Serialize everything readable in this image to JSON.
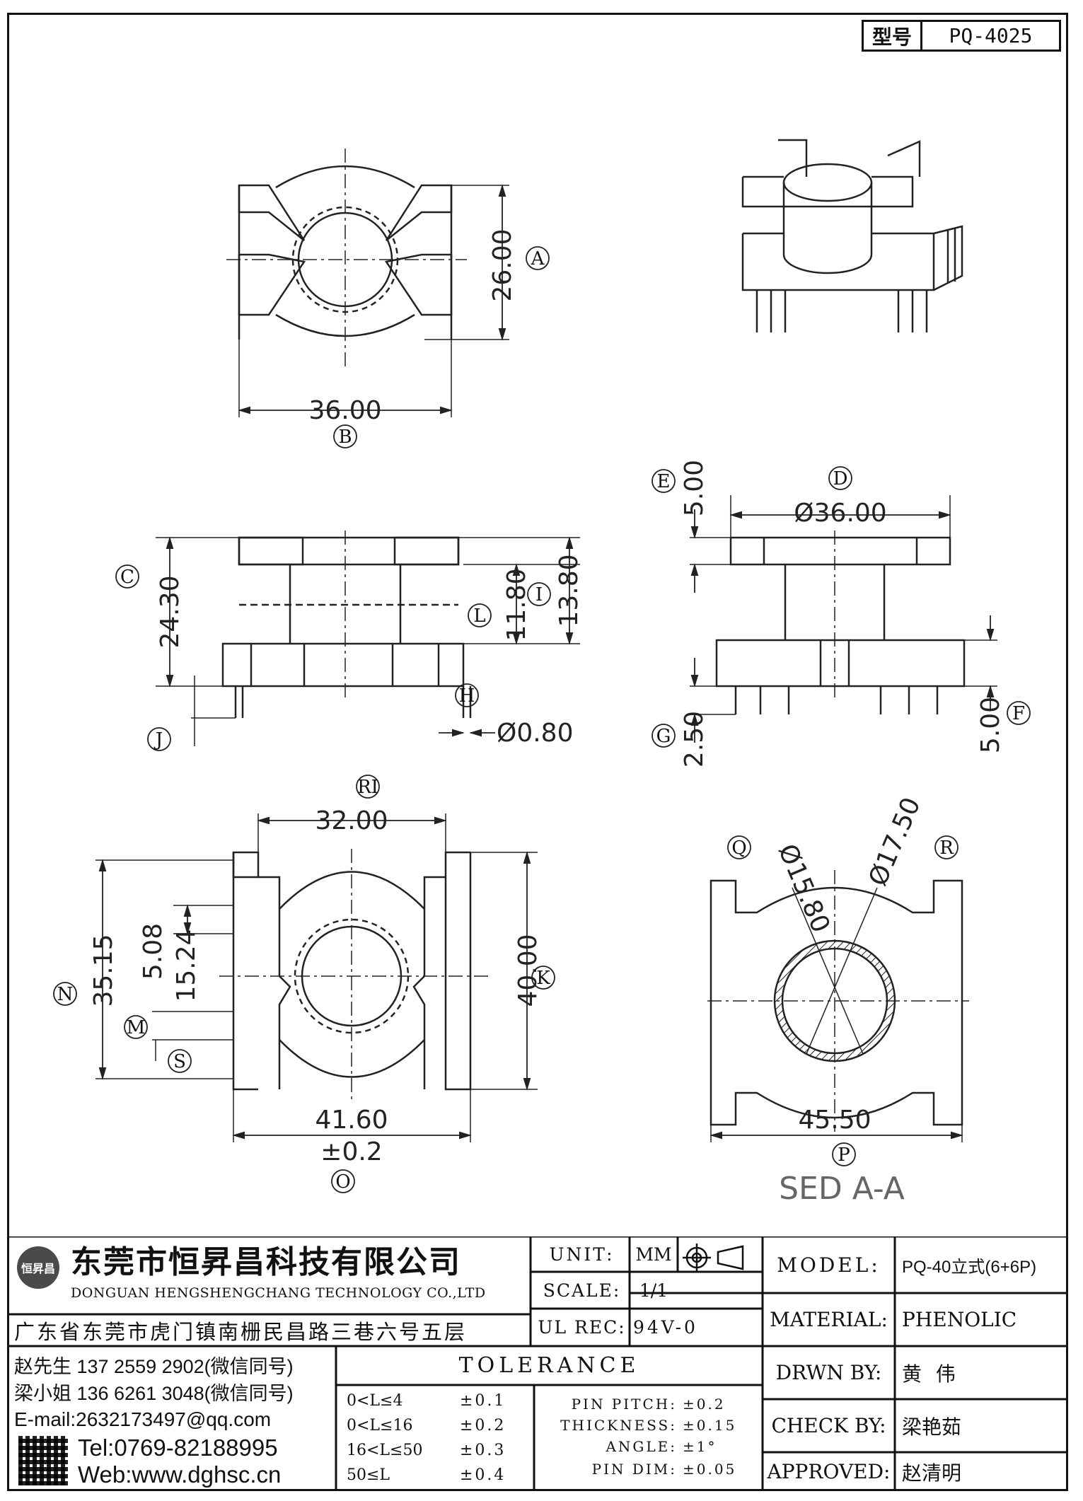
{
  "header": {
    "type_label": "型号",
    "type_value": "PQ-4025"
  },
  "views": {
    "top": {
      "dim_a": "26.00",
      "dim_b": "36.00",
      "label_a": "A",
      "label_b": "B"
    },
    "side": {
      "dim_c": "24.30",
      "dim_l": "11.80",
      "dim_i": "13.80",
      "dim_h": "Ø0.80",
      "label_c": "C",
      "label_l": "L",
      "label_i": "I",
      "label_h": "H",
      "label_j": "J"
    },
    "front": {
      "dim_e": "5.00",
      "dim_d": "Ø36.00",
      "dim_g": "2.50",
      "dim_f": "5.00",
      "label_e": "E",
      "label_d": "D",
      "label_g": "G",
      "label_f": "F"
    },
    "bottom": {
      "dim_ri": "32.00",
      "dim_n": "35.15",
      "dim_m1": "5.08",
      "dim_m2": "15.24",
      "dim_k": "40.00",
      "dim_o1": "41.60",
      "dim_o2": "±0.2",
      "label_ri": "RI",
      "label_n": "N",
      "label_m": "M",
      "label_s": "S",
      "label_k": "K",
      "label_o": "O"
    },
    "section": {
      "dim_q": "Ø15.80",
      "dim_r": "Ø17.50",
      "dim_p": "45.50",
      "title": "SED A-A",
      "label_q": "Q",
      "label_r": "R",
      "label_p": "P"
    }
  },
  "company": {
    "name_cn": "东莞市恒昇昌科技有限公司",
    "name_en": "DONGUAN HENGSHENGCHANG TECHNOLOGY CO.,LTD",
    "address": "广东省东莞市虎门镇南栅民昌路三巷六号五层",
    "contact1": "赵先生 137 2559 2902(微信同号)",
    "contact2": "梁小姐 136 6261 3048(微信同号)",
    "email": "E-mail:2632173497@qq.com",
    "tel": "Tel:0769-82188995",
    "web": "Web:www.dghsc.cn",
    "logo_text": "恒昇昌"
  },
  "specs": {
    "unit_label": "UNIT:",
    "unit_value": "MM",
    "scale_label": "SCALE:",
    "scale_value": "1/1",
    "ulrec_label": "UL REC:",
    "ulrec_value": "94V-0",
    "tolerance_title": "TOLERANCE",
    "tolerances": [
      {
        "range": "0<L≤4",
        "value": "±0.1"
      },
      {
        "range": "0<L≤16",
        "value": "±0.2"
      },
      {
        "range": "16<L≤50",
        "value": "±0.3"
      },
      {
        "range": "50≤L",
        "value": "±0.4"
      }
    ],
    "pin_specs": [
      {
        "label": "PIN PITCH:",
        "value": "±0.2"
      },
      {
        "label": "THICKNESS:",
        "value": "±0.15"
      },
      {
        "label": "ANGLE:",
        "value": "±1°"
      },
      {
        "label": "PIN DIM:",
        "value": "±0.05"
      }
    ]
  },
  "info": {
    "model_label": "MODEL:",
    "model_value": "PQ-40立式(6+6P)",
    "material_label": "MATERIAL:",
    "material_value": "PHENOLIC",
    "drawn_label": "DRWN BY:",
    "drawn_value": "黄 伟",
    "check_label": "CHECK BY:",
    "check_value": "梁艳茹",
    "approved_label": "APPROVED:",
    "approved_value": "赵清明"
  }
}
